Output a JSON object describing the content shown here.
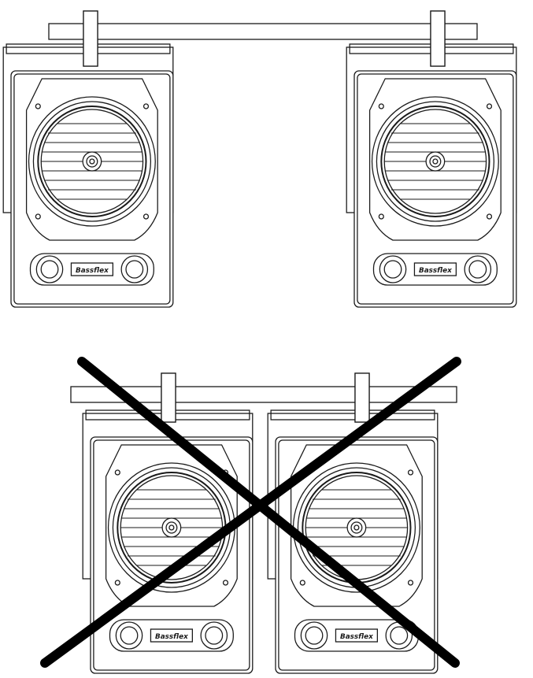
{
  "diagram": {
    "description_none": "",
    "speaker_brand_label": "Bassflex",
    "configurations": [
      {
        "id": "correct",
        "status": "allowed",
        "spacing": "spaced apart"
      },
      {
        "id": "incorrect",
        "status": "not-allowed",
        "spacing": "side by side",
        "mark": "X"
      }
    ],
    "colors": {
      "line": "#1a1a1a",
      "background": "#ffffff",
      "cross": "#000000"
    }
  }
}
